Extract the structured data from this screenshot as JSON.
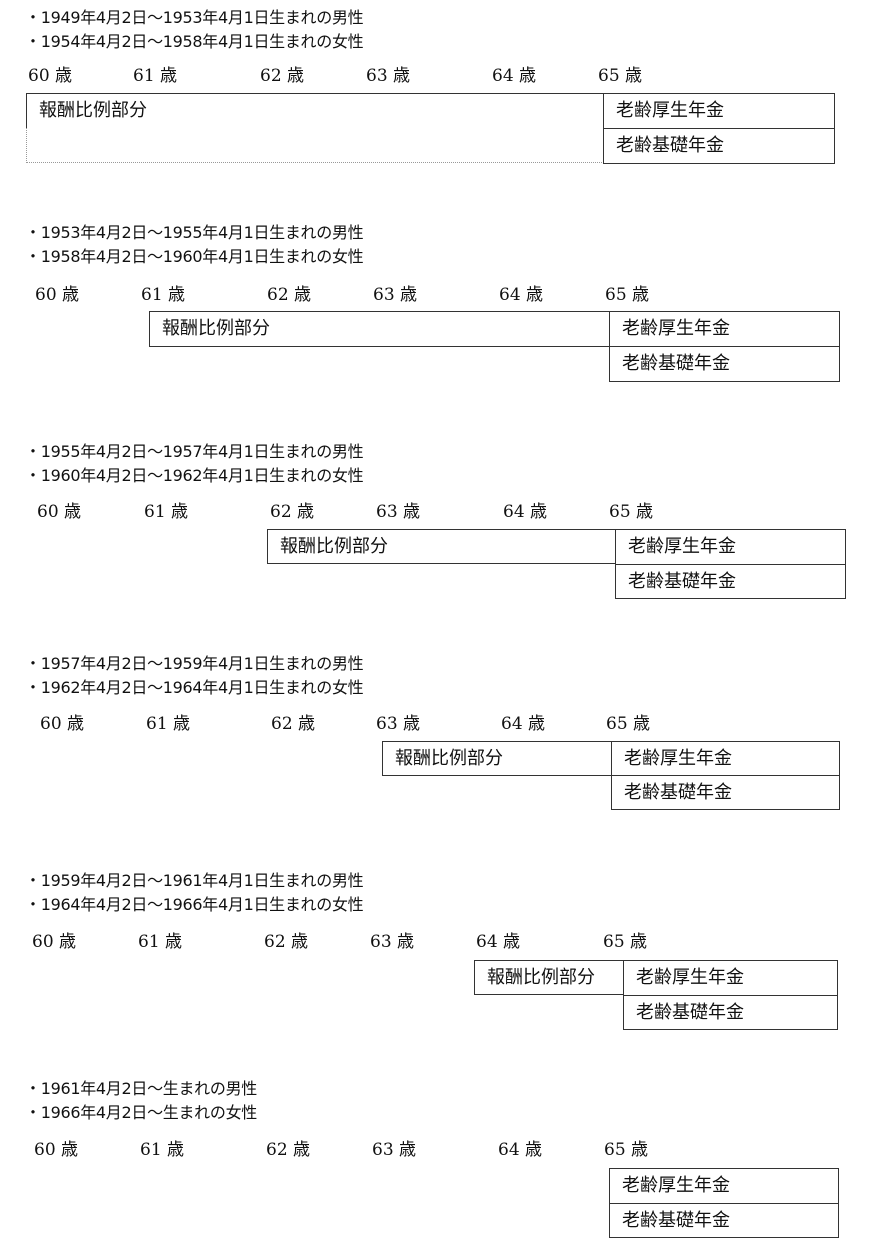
{
  "sections": [
    {
      "conditions": [
        "・1949年4月2日〜1953年4月1日生まれの男性",
        "・1954年4月2日〜1958年4月1日生まれの女性"
      ],
      "ages": [
        "60 歳",
        "61 歳",
        "62 歳",
        "63 歳",
        "64 歳",
        "65 歳"
      ],
      "hoshu": "報酬比例部分",
      "kosei": "老齢厚生年金",
      "kiso": "老齢基礎年金"
    },
    {
      "conditions": [
        "・1953年4月2日〜1955年4月1日生まれの男性",
        "・1958年4月2日〜1960年4月1日生まれの女性"
      ],
      "ages": [
        "60 歳",
        "61 歳",
        "62 歳",
        "63 歳",
        "64 歳",
        "65 歳"
      ],
      "hoshu": "報酬比例部分",
      "kosei": "老齢厚生年金",
      "kiso": "老齢基礎年金"
    },
    {
      "conditions": [
        "・1955年4月2日〜1957年4月1日生まれの男性",
        "・1960年4月2日〜1962年4月1日生まれの女性"
      ],
      "ages": [
        "60 歳",
        "61 歳",
        "62 歳",
        "63 歳",
        "64 歳",
        "65 歳"
      ],
      "hoshu": "報酬比例部分",
      "kosei": "老齢厚生年金",
      "kiso": "老齢基礎年金"
    },
    {
      "conditions": [
        "・1957年4月2日〜1959年4月1日生まれの男性",
        "・1962年4月2日〜1964年4月1日生まれの女性"
      ],
      "ages": [
        "60 歳",
        "61 歳",
        "62 歳",
        "63 歳",
        "64 歳",
        "65 歳"
      ],
      "hoshu": "報酬比例部分",
      "kosei": "老齢厚生年金",
      "kiso": "老齢基礎年金"
    },
    {
      "conditions": [
        "・1959年4月2日〜1961年4月1日生まれの男性",
        "・1964年4月2日〜1966年4月1日生まれの女性"
      ],
      "ages": [
        "60 歳",
        "61 歳",
        "62 歳",
        "63 歳",
        "64 歳",
        "65 歳"
      ],
      "hoshu": "報酬比例部分",
      "kosei": "老齢厚生年金",
      "kiso": "老齢基礎年金"
    },
    {
      "conditions": [
        "・1961年4月2日〜生まれの男性",
        "・1966年4月2日〜生まれの女性"
      ],
      "ages": [
        "60 歳",
        "61 歳",
        "62 歳",
        "63 歳",
        "64 歳",
        "65 歳"
      ],
      "kosei": "老齢厚生年金",
      "kiso": "老齢基礎年金"
    }
  ]
}
